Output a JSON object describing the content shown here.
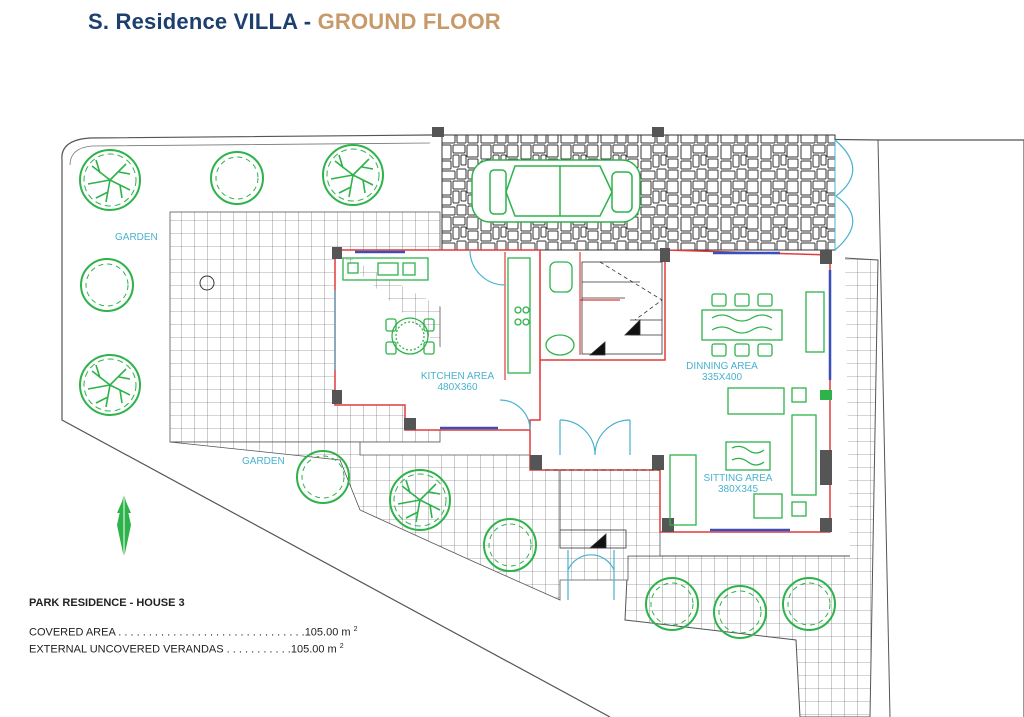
{
  "title": {
    "part1": "S. Residence",
    "part2": "VILLA",
    "separator": "-",
    "part3": "GROUND FLOOR"
  },
  "colors": {
    "title_blue": "#1d3f70",
    "title_tan": "#c89a6a",
    "label_cyan": "#49b2cf",
    "furniture_green": "#2db34a",
    "wall_red": "#e23b3b",
    "window_blue": "#3a50b8"
  },
  "rooms": {
    "garden_top": "GARDEN",
    "garden_bottom": "GARDEN",
    "kitchen_name": "KITCHEN AREA",
    "kitchen_size": "480X360",
    "dining_name": "DINNING AREA",
    "dining_size": "335X400",
    "sitting_name": "SITTING AREA",
    "sitting_size": "380X345"
  },
  "legend": {
    "heading": "PARK RESIDENCE - HOUSE 3",
    "rows": [
      {
        "label": "COVERED AREA",
        "dots": " . . . . . . . . . . . . . . . . . . . . . . . . . . . . . . .",
        "value": "105.00 m",
        "unit_sup": "2"
      },
      {
        "label": "EXTERNAL UNCOVERED VERANDAS",
        "dots": " . . . . . . . . . . .",
        "value": "105.00 m",
        "unit_sup": "2"
      }
    ]
  },
  "icons": {
    "north_arrow": "north-arrow-icon",
    "tree": "tree-icon",
    "car": "car-icon"
  }
}
